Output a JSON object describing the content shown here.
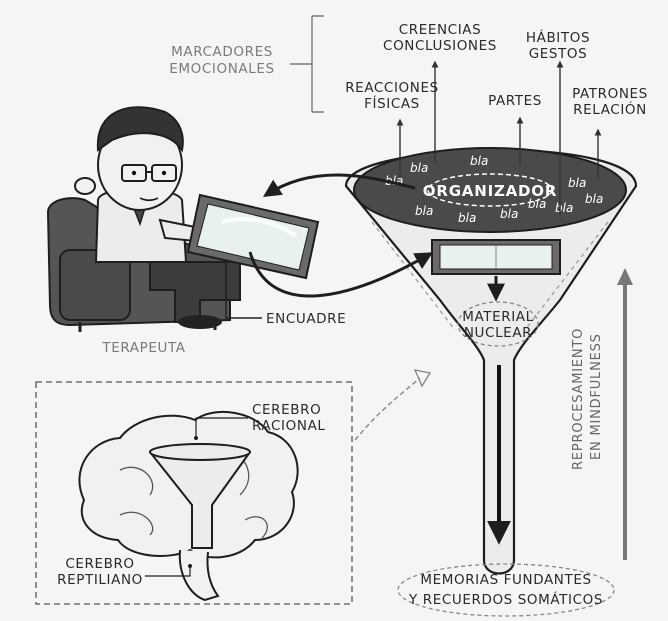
{
  "labels": {
    "marcadores_line1": "MARCADORES",
    "marcadores_line2": "EMOCIONALES",
    "creencias": "CREENCIAS",
    "conclusiones": "CONCLUSIONES",
    "habitos": "HÁBITOS",
    "gestos": "GESTOS",
    "reacciones": "REACCIONES",
    "fisicas": "FÍSICAS",
    "partes": "PARTES",
    "patrones": "PATRONES",
    "relacion": "RELACIÓN",
    "organizador": "ORGANIZADOR",
    "material_line1": "MATERIAL",
    "material_line2": "NUCLEAR",
    "encuadre": "ENCUADRE",
    "terapeuta": "TERAPEUTA",
    "cerebro_racional_line1": "CEREBRO",
    "cerebro_racional_line2": "RACIONAL",
    "cerebro_reptiliano_line1": "CEREBRO",
    "cerebro_reptiliano_line2": "REPTILIANO",
    "memorias_line1": "MEMORIAS FUNDANTES",
    "memorias_line2": "Y RECUERDOS SOMÁTICOS",
    "reprocesamiento_line1": "REPROCESAMIENTO",
    "reprocesamiento_line2": "EN MINDFULNESS"
  },
  "bla_words": [
    "bla",
    "bla",
    "bla",
    "bla",
    "bla",
    "bla",
    "bla",
    "bla",
    "bla",
    "bla"
  ],
  "colors": {
    "ink": "#1e1e1e",
    "dark_fill": "#4a4a4a",
    "funnel_fill": "#ececec",
    "accent_grey": "#7a7a7a"
  }
}
